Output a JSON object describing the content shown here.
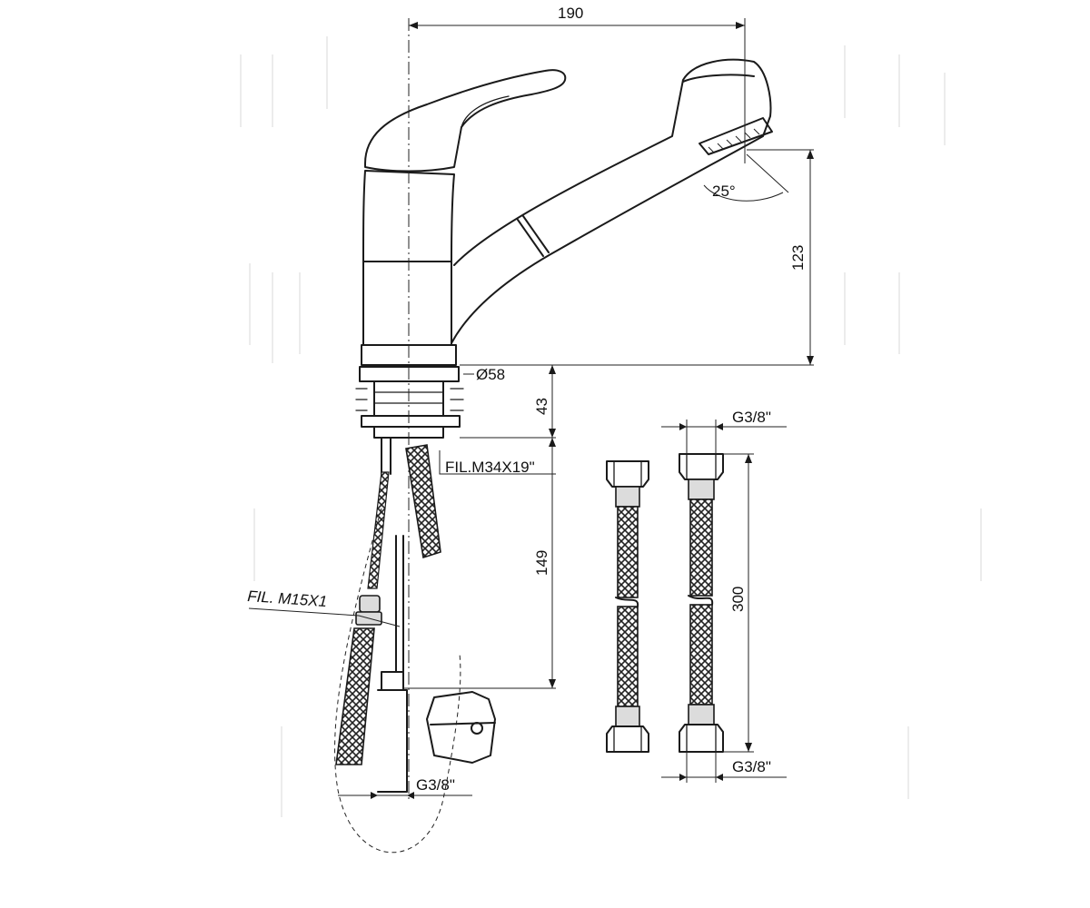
{
  "dimensions": {
    "width_overall": "190",
    "height_spout": "123",
    "angle_spray": "25°",
    "diameter_base": "Ø58",
    "height_base": "43",
    "thread_shank": "FIL.M34X19\"",
    "length_shank": "149",
    "thread_hose": "FIL. M15X1",
    "thread_bottom": "G3/8\"",
    "hose_thread_top": "G3/8\"",
    "hose_length": "300",
    "hose_thread_bottom": "G3/8\""
  }
}
